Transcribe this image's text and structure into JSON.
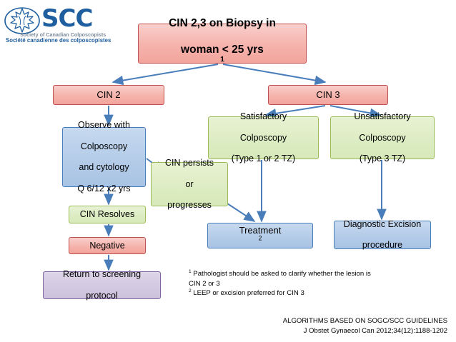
{
  "logo": {
    "mark": "maple-leaf-emblem",
    "acronym": "SCC",
    "name_en": "Society of Canadian Colposcopists",
    "name_fr": "Société canadienne des colposcopistes"
  },
  "colors": {
    "red_fill": "#f5b3ac",
    "red_border": "#c0504d",
    "blue_fill": "#b3cbe8",
    "blue_border": "#4a7ebb",
    "green_fill": "#dcecc2",
    "green_border": "#9bbb59",
    "purple_fill": "#d2c8e0",
    "purple_border": "#8064a2",
    "arrow": "#4a7ebb",
    "brand_blue": "#1f5fa0"
  },
  "nodes": {
    "title": {
      "line1": "CIN 2,3 on Biopsy in",
      "line2": "woman < 25 yrs",
      "superscript": "1",
      "color": "red"
    },
    "cin2": {
      "label": "CIN 2",
      "color": "red"
    },
    "cin3": {
      "label": "CIN 3",
      "color": "red"
    },
    "observe": {
      "line1": "Observe with",
      "line2": "Colposcopy",
      "line3": "and cytology",
      "line4": "Q 6/12 x2 yrs",
      "color": "blue"
    },
    "satisfactory": {
      "line1": "Satisfactory",
      "line2": "Colposcopy",
      "line3": "(Type 1 or 2 TZ)",
      "color": "green"
    },
    "unsatisfactory": {
      "line1": "Unsatisfactory",
      "line2": "Colposcopy",
      "line3": "(Type 3 TZ)",
      "color": "green"
    },
    "persists": {
      "line1": "CIN persists",
      "line2": "or",
      "line3": "progresses",
      "color": "green"
    },
    "resolves": {
      "label": "CIN Resolves",
      "color": "green"
    },
    "negative": {
      "label": "Negative",
      "color": "red"
    },
    "return": {
      "line1": "Return to screening",
      "line2": "protocol",
      "color": "purple"
    },
    "treatment": {
      "label": "Treatment",
      "superscript": "2",
      "color": "blue"
    },
    "excision": {
      "line1": "Diagnostic Excision",
      "line2": "procedure",
      "color": "blue"
    }
  },
  "footnotes": {
    "note1_marker": "1",
    "note1_line1": "Pathologist should be asked to clarify whether the lesion is",
    "note1_line2": "CIN 2 or 3",
    "note2_marker": "2",
    "note2_text": "LEEP or excision preferred for CIN 3"
  },
  "citation": {
    "line1": "ALGORITHMS BASED ON SOGC/SCC GUIDELINES",
    "line2": "J Obstet Gynaecol Can 2012;34(12):1188-1202"
  }
}
